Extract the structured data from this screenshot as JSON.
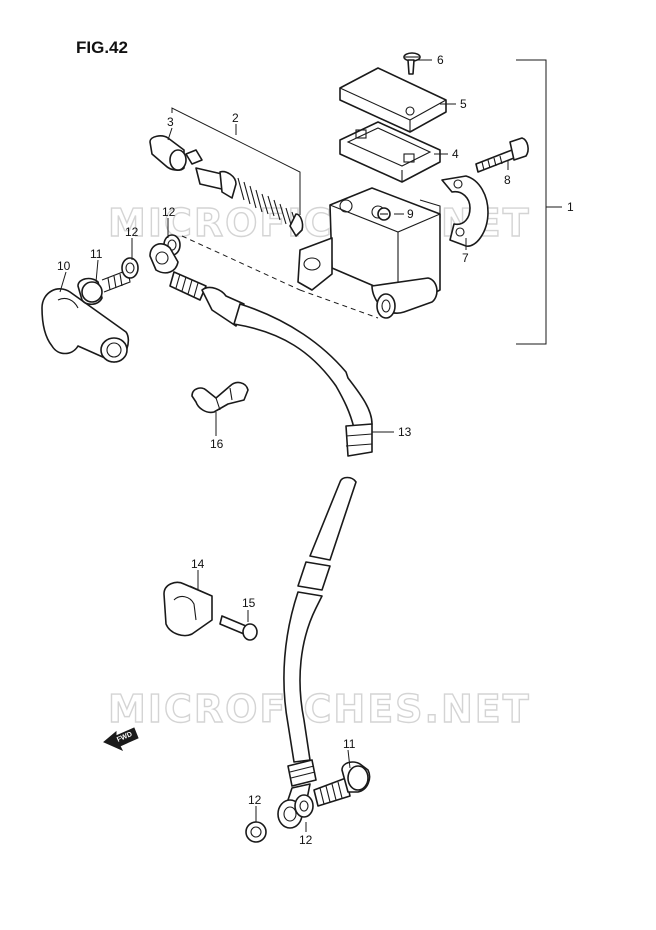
{
  "figure_title": "FIG.42",
  "watermark_text": "MICROFICHES.NET",
  "fwd_label": "FWD",
  "callouts": {
    "c1": "1",
    "c2": "2",
    "c3": "3",
    "c4": "4",
    "c5": "5",
    "c6": "6",
    "c7": "7",
    "c8": "8",
    "c9": "9",
    "c10": "10",
    "c11a": "11",
    "c11b": "11",
    "c12a": "12",
    "c12b": "12",
    "c12c": "12",
    "c12d": "12",
    "c13": "13",
    "c14": "14",
    "c15": "15",
    "c16": "16"
  },
  "colors": {
    "line": "#1a1a1a",
    "watermark": "#d4d4d4",
    "background": "#ffffff"
  }
}
